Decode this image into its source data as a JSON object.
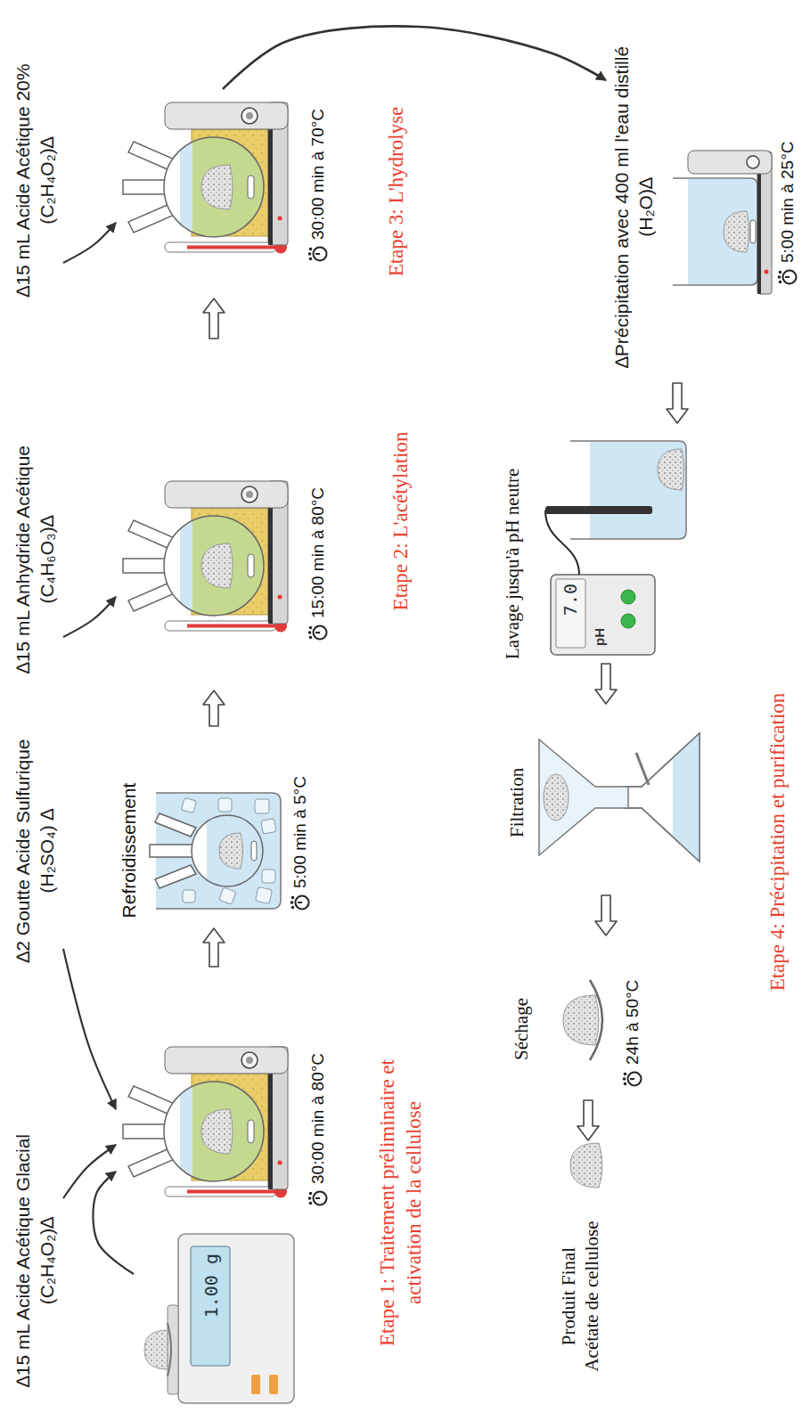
{
  "diagram": {
    "nodes": [
      {
        "text": [
          "1.00 g"
        ]
      },
      {
        "text": [
          "∆15 mL Acide Acétique Glacial (C₂H₄O₂)∆"
        ]
      },
      {
        "text": [
          "∆2 Goutte Acide Sulfurique (H₂SO₄) ∆"
        ]
      },
      {
        "text": [
          "30:00 min à 80°C"
        ]
      },
      {
        "text": [
          "Refroidissement",
          "5:00 min à 5°C"
        ]
      },
      {
        "text": [
          "∆15 mL Anhydride Acétique (C₄H₆O₃)∆"
        ]
      },
      {
        "text": [
          "15:00 min à 80°C"
        ]
      },
      {
        "text": [
          "∆15 mL Acide Acétique 20% (C₂H₄O₂)∆"
        ]
      },
      {
        "text": [
          "30:00 min à 70°C"
        ]
      },
      {
        "text": [
          "∆Précipitation avec 400 ml l'eau distillé (H₂O)∆",
          "5:00 min à 25°C"
        ]
      },
      {
        "text": [
          "Lavage jusqu'à pH neutre",
          "7.0",
          "pH"
        ]
      },
      {
        "text": [
          "Filtration"
        ]
      },
      {
        "text": [
          "Séchage",
          "24h à 50°C"
        ]
      },
      {
        "text": [
          "Produit Final Acétate de cellulose"
        ]
      }
    ],
    "edges": [
      {
        "from": 0,
        "to": 3,
        "arrow": "to"
      },
      {
        "from": 1,
        "to": 3,
        "arrow": "to"
      },
      {
        "from": 2,
        "to": 3,
        "arrow": "to"
      },
      {
        "from": 3,
        "to": 4,
        "arrow": "to"
      },
      {
        "from": 4,
        "to": 6,
        "arrow": "to"
      },
      {
        "from": 5,
        "to": 6,
        "arrow": "to"
      },
      {
        "from": 6,
        "to": 8,
        "arrow": "to"
      },
      {
        "from": 7,
        "to": 8,
        "arrow": "to"
      },
      {
        "from": 8,
        "to": 9,
        "arrow": "to"
      },
      {
        "from": 9,
        "to": 10,
        "arrow": "to"
      },
      {
        "from": 10,
        "to": 11,
        "arrow": "to"
      },
      {
        "from": 11,
        "to": 12,
        "arrow": "to"
      },
      {
        "from": 12,
        "to": 13,
        "arrow": "to"
      }
    ],
    "labels": [
      "Etape 1: Traitement préliminaire et activation de la cellulose",
      "Etape 2: L'acétylation",
      "Etape 3: L'hydrolyse",
      "Etape 4: Précipitation et purification"
    ]
  }
}
